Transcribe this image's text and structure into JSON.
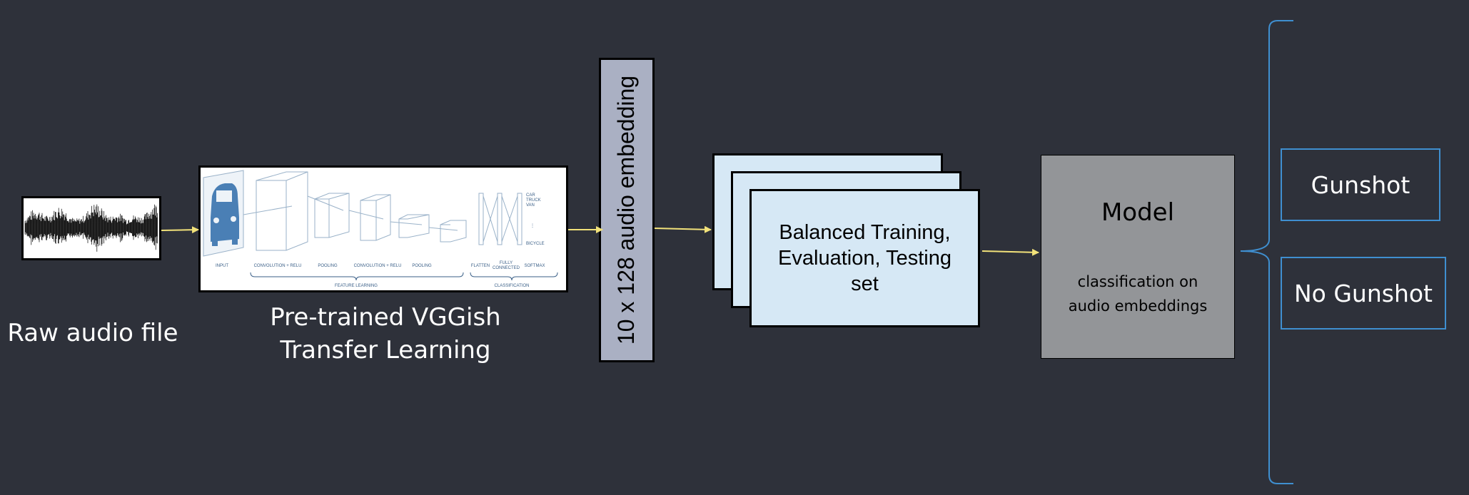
{
  "colors": {
    "background": "#2e313a",
    "arrow": "#f2e27a",
    "brace": "#3f8fd0",
    "embedding_bar": "#aab0c3",
    "dataset_cards": "#d6e8f5",
    "model_box": "#939598",
    "cnn_blue": "#4a7fb5"
  },
  "stages": {
    "raw_audio": {
      "label": "Raw audio file"
    },
    "vggish": {
      "label_line1": "Pre-trained VGGish",
      "label_line2": "Transfer Learning",
      "cnn": {
        "input": "INPUT",
        "conv1": "CONVOLUTION + RELU",
        "pool1": "POOLING",
        "conv2": "CONVOLUTION + RELU",
        "pool2": "POOLING",
        "feature_learning": "FEATURE LEARNING",
        "flatten": "FLATTEN",
        "fc_line1": "FULLY",
        "fc_line2": "CONNECTED",
        "softmax": "SOFTMAX",
        "classification": "CLASSIFICATION",
        "classes": [
          "CAR",
          "TRUCK",
          "VAN",
          "BICYCLE"
        ]
      }
    },
    "embedding": {
      "label": "10 x 128  audio embedding"
    },
    "dataset": {
      "line1": "Balanced Training,",
      "line2": "Evaluation, Testing",
      "line3": "set"
    },
    "model": {
      "title": "Model",
      "sub_line1": "classification on",
      "sub_line2": "audio embeddings"
    },
    "outputs": [
      "Gunshot",
      "No Gunshot"
    ]
  },
  "icons": [
    "waveform-icon",
    "car-icon",
    "cnn-diagram-icon",
    "arrow-icon",
    "curly-brace-icon"
  ]
}
